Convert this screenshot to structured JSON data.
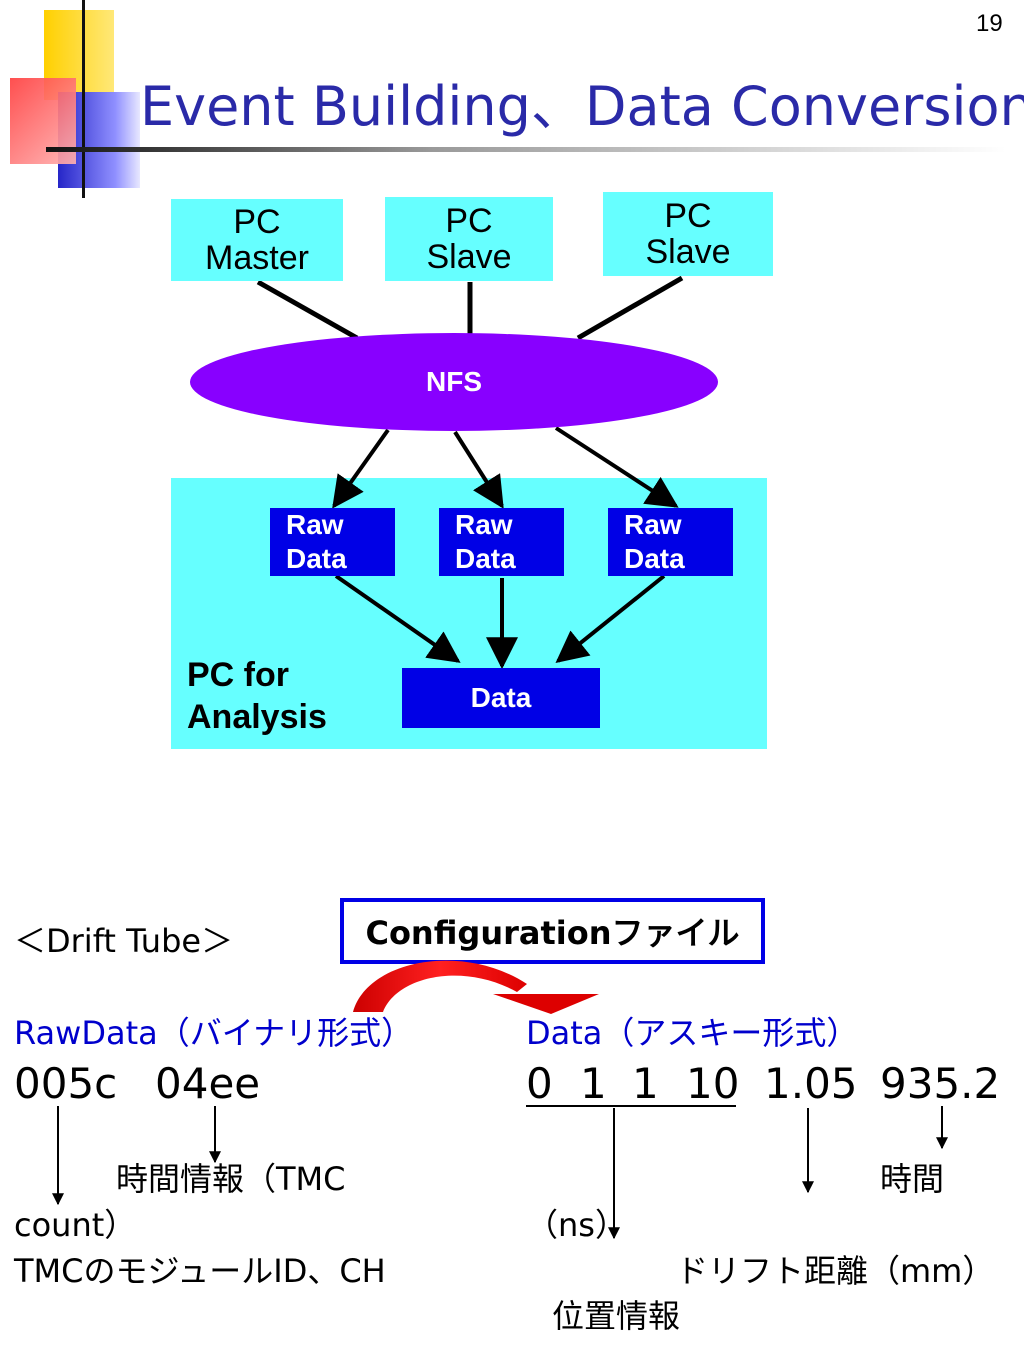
{
  "slide": {
    "page_number": "19",
    "title": "Event Building、Data Conversion"
  },
  "diagram": {
    "pc_master": [
      "PC",
      "Master"
    ],
    "pc_slave_1": [
      "PC",
      "Slave"
    ],
    "pc_slave_2": [
      "PC",
      "Slave"
    ],
    "nfs": "NFS",
    "raw_data_1": [
      "Raw",
      "Data"
    ],
    "raw_data_2": [
      "Raw",
      "Data"
    ],
    "raw_data_3": [
      "Raw",
      "Data"
    ],
    "data": "Data",
    "analysis_label": [
      "PC for",
      "Analysis"
    ],
    "colors": {
      "pc_box": "#66ffff",
      "analysis_area": "#66ffff",
      "nfs": "#8800ff",
      "data_box": "#0000e6"
    }
  },
  "conversion": {
    "drift_tube": "＜Drift Tube＞",
    "config_file": "Configurationファイル",
    "rawdata_label": "RawData（バイナリ形式）",
    "data_label": "Data（アスキー形式）",
    "raw_values": [
      "005c",
      "04ee"
    ],
    "ascii_values": [
      "0",
      "1",
      "1",
      "10",
      "1.05",
      "935.2"
    ],
    "notes": {
      "time_info": "時間情報（TMC",
      "count": "count）",
      "module": "TMCのモジュールID、CH",
      "time": "時間",
      "ns": "（ns）",
      "drift_distance": "ドリフト距離（mm）",
      "position_info": "位置情報"
    }
  }
}
